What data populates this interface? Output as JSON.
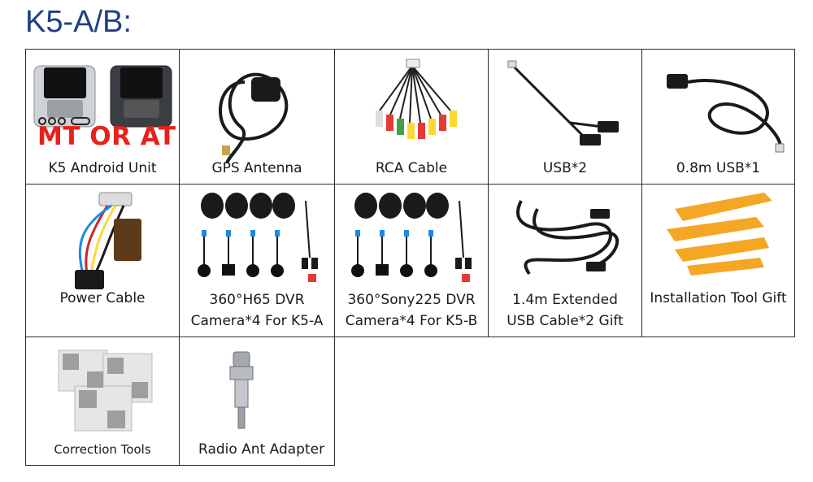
{
  "title": "K5-A/B:",
  "unit_badge": "MT OR AT",
  "items": [
    {
      "label": "K5 Android Unit"
    },
    {
      "label": "GPS Antenna"
    },
    {
      "label": "RCA Cable"
    },
    {
      "label": "USB*2"
    },
    {
      "label": "0.8m USB*1"
    },
    {
      "label": "Power Cable"
    },
    {
      "label_1": "360°H65 DVR",
      "label_2": "Camera*4 For K5-A"
    },
    {
      "label_1": "360°Sony225 DVR",
      "label_2": "Camera*4 For K5-B"
    },
    {
      "label_1": "1.4m Extended",
      "label_2": "USB Cable*2 Gift"
    },
    {
      "label": "Installation Tool Gift"
    },
    {
      "label": "Correction Tools"
    },
    {
      "label": "Radio Ant Adapter"
    }
  ],
  "colors": {
    "title": "#1f3f87",
    "badge": "#e8211a",
    "tool": "#f5a623"
  }
}
